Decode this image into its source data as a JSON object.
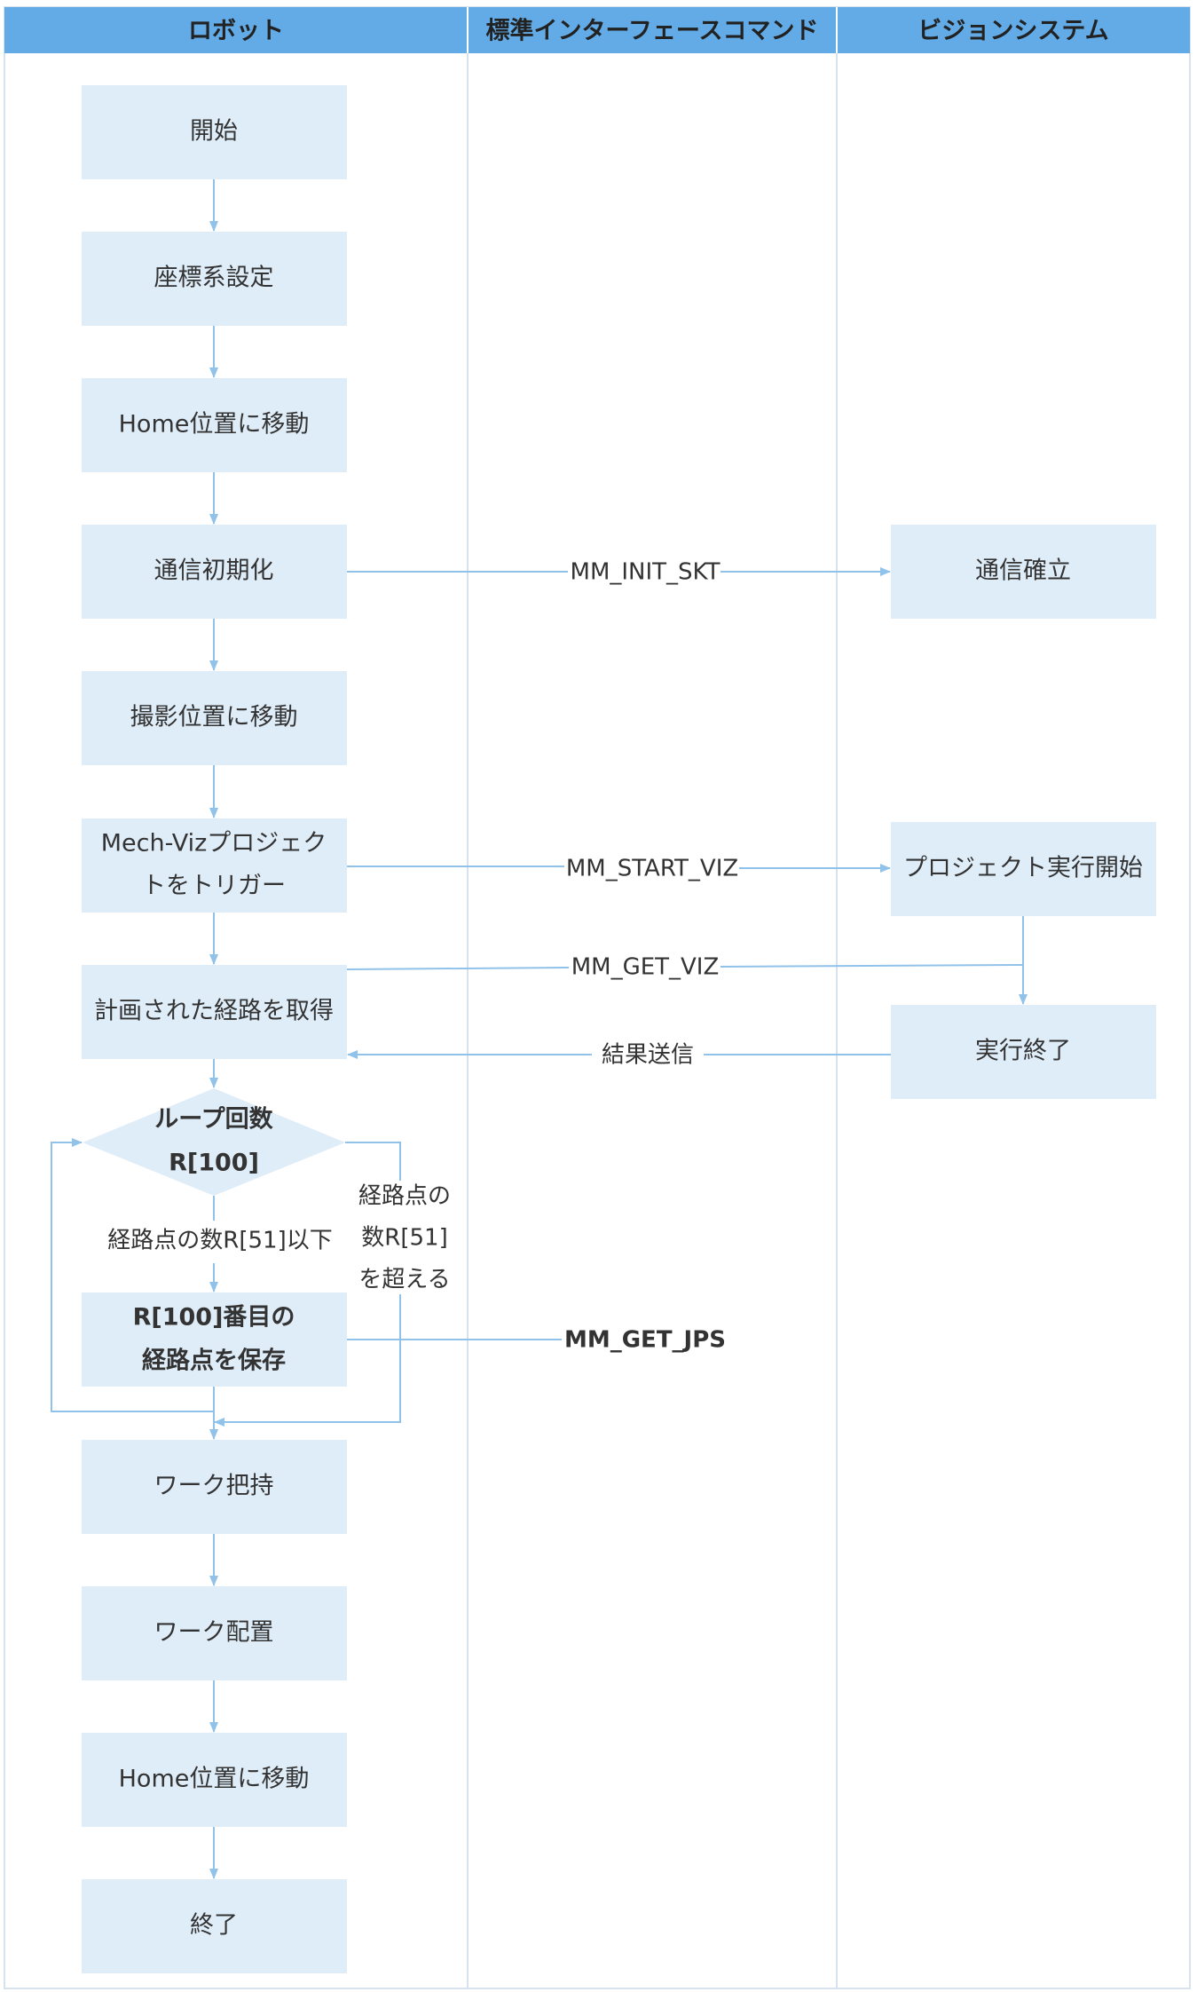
{
  "colors": {
    "header_bg": "#62abe6",
    "node_bg": "#dfedf9",
    "lane_border": "#d6e3ee",
    "arrow": "#91c2ea",
    "text": "#333333"
  },
  "lanes": {
    "robot": "ロボット",
    "command": "標準インターフェースコマンド",
    "vision": "ビジョンシステム"
  },
  "nodes": {
    "start": "開始",
    "coord": "座標系設定",
    "home1": "Home位置に移動",
    "init": "通信初期化",
    "capture": "撮影位置に移動",
    "trigger_1": "Mech-Vizプロジェク",
    "trigger_2": "トをトリガー",
    "get_path": "計画された経路を取得",
    "loop_1": "ループ回数",
    "loop_2": "R[100]",
    "save_1": "R[100]番目の",
    "save_2": "経路点を保存",
    "grip": "ワーク把持",
    "place": "ワーク配置",
    "home2": "Home位置に移動",
    "end": "終了",
    "comm_est": "通信確立",
    "proj_start": "プロジェクト実行開始",
    "exec_end": "実行終了"
  },
  "edges": {
    "init_skt": "MM_INIT_SKT",
    "start_viz": "MM_START_VIZ",
    "get_viz": "MM_GET_VIZ",
    "result": "結果送信",
    "loop_cont": "経路点の数R[51]以下",
    "exceed_1": "経路点の",
    "exceed_2": "数R[51]",
    "exceed_3": "を超える",
    "get_jps": "MM_GET_JPS"
  }
}
